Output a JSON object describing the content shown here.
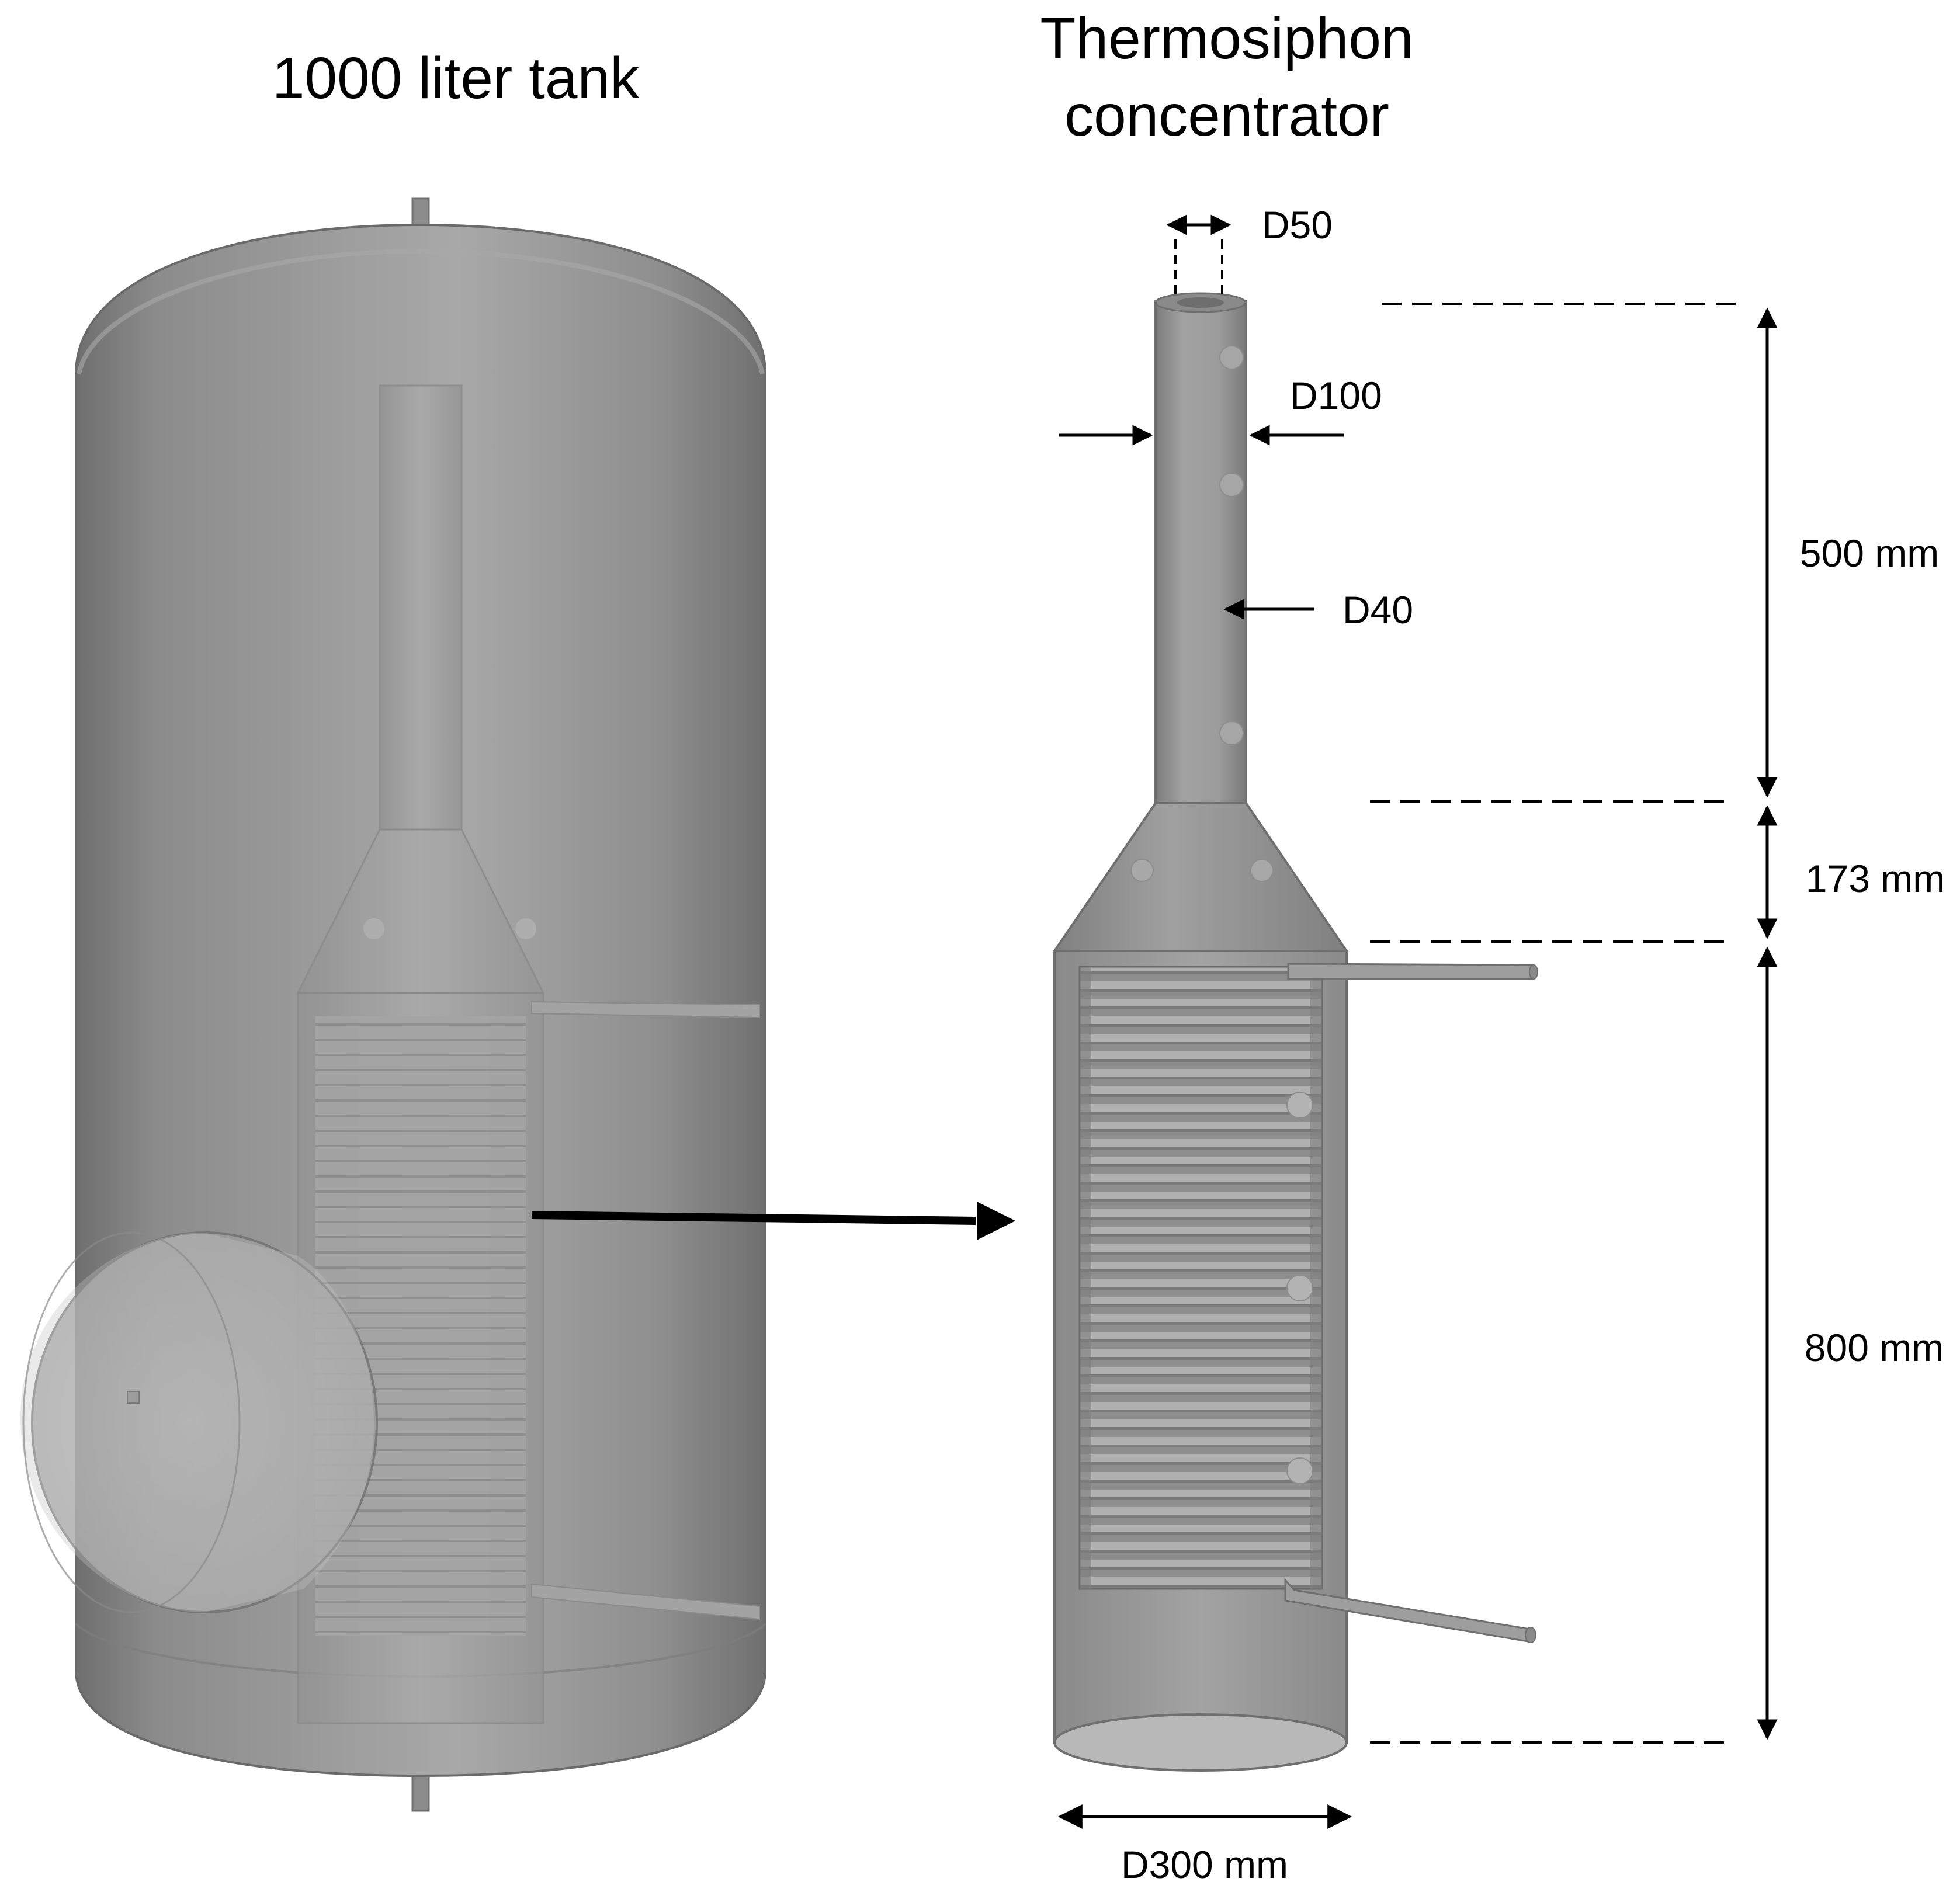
{
  "titles": {
    "tank": "1000 liter tank",
    "concentrator_line1": "Thermosiphon",
    "concentrator_line2": "concentrator"
  },
  "labels": {
    "d50": "D50",
    "d100": "D100",
    "d40": "D40",
    "d300": "D300 mm",
    "h500": "500 mm",
    "h173": "173 mm",
    "h800": "800 mm"
  },
  "colors": {
    "tank_body": "#8a8a8a",
    "pipe_gray": "#9a9a9a",
    "inner_gray": "#a6a6a6",
    "dark_gray": "#6b6b6b",
    "arrow": "#000000"
  }
}
